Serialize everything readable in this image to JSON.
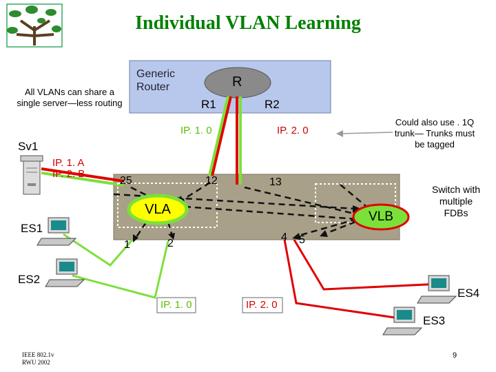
{
  "title": "Individual VLAN Learning",
  "notes": {
    "all_vlans": "All VLANs can share a single server—less routing",
    "trunk": "Could also use . 1Q trunk— Trunks must be tagged",
    "switch": "Switch with multiple FDBs",
    "generic_router": "Generic Router"
  },
  "router": {
    "label": "R",
    "r1": "R1",
    "r2": "R2"
  },
  "subnets": {
    "ip1": "IP. 1. 0",
    "ip2": "IP. 2. 0",
    "box_ip1": "IP. 1. 0",
    "box_ip2": "IP. 2. 0"
  },
  "server": {
    "name": "Sv1",
    "ip_a": "IP. 1. A",
    "ip_b": "IP. 2. B"
  },
  "ports": {
    "p25": "25",
    "p12": "12",
    "p13": "13",
    "p1": "1",
    "p2": "2",
    "p4": "4",
    "p5": "5"
  },
  "vlans": {
    "vla": "VLA",
    "vlb": "VLB"
  },
  "stations": {
    "es1": "ES1",
    "es2": "ES2",
    "es3": "ES3",
    "es4": "ES4"
  },
  "footer": {
    "line1": "IEEE 802.1v",
    "line2": "RWU 2002"
  },
  "page_number": "9",
  "colors": {
    "title": "#008000",
    "router_area": "#b8c8ec",
    "switch_area": "#a8a088",
    "link_red": "#e00000",
    "link_green": "#7ce03a",
    "vlan_oval": "#ffff00"
  },
  "icons": [
    "tree-logo-icon",
    "server-icon",
    "workstation-icon"
  ]
}
